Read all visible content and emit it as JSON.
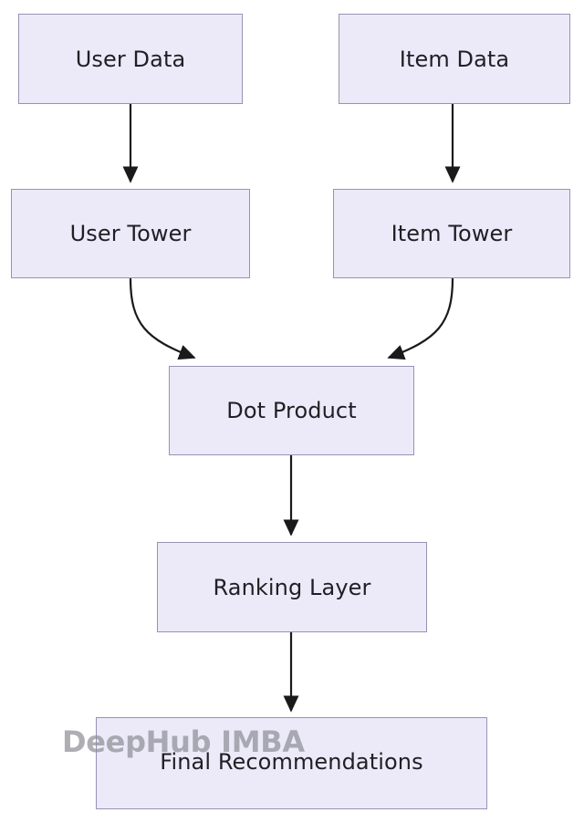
{
  "diagram": {
    "type": "flowchart",
    "direction": "top-to-bottom",
    "background_color": "#ffffff",
    "node_fill_color": "#ECEAF8",
    "node_border_color": "#9892B4",
    "node_text_color": "#1f1f25",
    "edge_color": "#1a1a1a",
    "nodes": [
      {
        "id": "user-data",
        "label": "User Data"
      },
      {
        "id": "item-data",
        "label": "Item Data"
      },
      {
        "id": "user-tower",
        "label": "User Tower"
      },
      {
        "id": "item-tower",
        "label": "Item Tower"
      },
      {
        "id": "dot-product",
        "label": "Dot Product"
      },
      {
        "id": "ranking-layer",
        "label": "Ranking Layer"
      },
      {
        "id": "final-recs",
        "label": "Final Recommendations"
      }
    ],
    "edges": [
      {
        "from": "user-data",
        "to": "user-tower",
        "style": "straight-arrow"
      },
      {
        "from": "item-data",
        "to": "item-tower",
        "style": "straight-arrow"
      },
      {
        "from": "user-tower",
        "to": "dot-product",
        "style": "curved-arrow"
      },
      {
        "from": "item-tower",
        "to": "dot-product",
        "style": "curved-arrow"
      },
      {
        "from": "dot-product",
        "to": "ranking-layer",
        "style": "straight-arrow"
      },
      {
        "from": "ranking-layer",
        "to": "final-recs",
        "style": "straight-arrow"
      }
    ]
  },
  "watermark": {
    "text": "DeepHub IMBA",
    "color": "#8f8f98"
  }
}
